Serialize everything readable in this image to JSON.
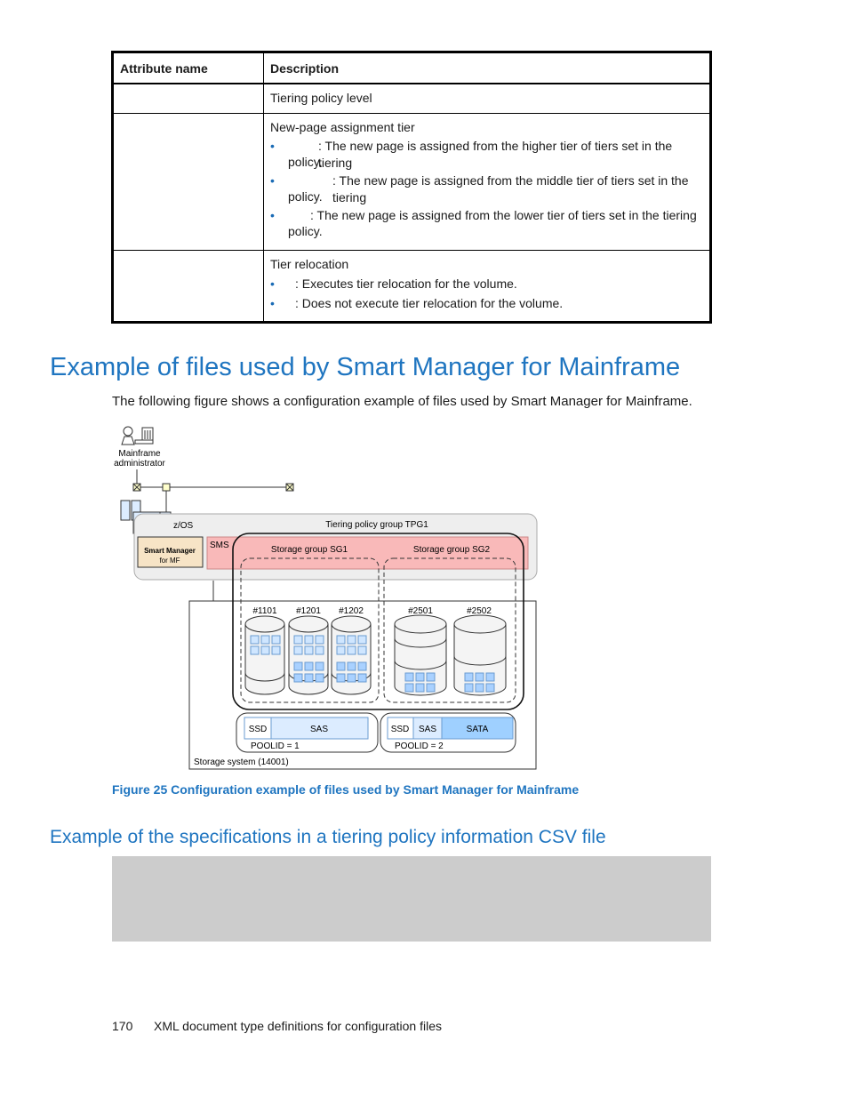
{
  "table": {
    "header_attr": "Attribute name",
    "header_desc": "Description",
    "row1": {
      "desc": "Tiering policy level"
    },
    "row2": {
      "desc": "New-page assignment tier",
      "bullets": [
        ": The new page is assigned from the higher tier of tiers set in the tiering",
        "policy.",
        ": The new page is assigned from the middle tier of tiers set in the tiering",
        "policy.",
        ": The new page is assigned from the lower tier of tiers set in the tiering",
        "policy."
      ]
    },
    "row3": {
      "desc": "Tier relocation",
      "bullets": [
        ": Executes tier relocation for the volume.",
        ": Does not execute tier relocation for the volume."
      ]
    },
    "bullet_char": "•"
  },
  "section1": {
    "title": "Example of files used by Smart Manager for Mainframe",
    "intro": "The following figure shows a configuration example of files used by Smart Manager for Mainframe."
  },
  "figure": {
    "admin_label_1": "Mainframe",
    "admin_label_2": "administrator",
    "zos": "z/OS",
    "tpg": "Tiering policy group TPG1",
    "sms": "SMS",
    "smart_mgr_1": "Smart Manager",
    "smart_mgr_2": "for MF",
    "sg1": "Storage group SG1",
    "sg2": "Storage group SG2",
    "volumes": [
      "#1101",
      "#1201",
      "#1202",
      "#2501",
      "#2502"
    ],
    "pool1": {
      "ssd": "SSD",
      "sas": "SAS",
      "id": "POOLID = 1"
    },
    "pool2": {
      "ssd": "SSD",
      "sas": "SAS",
      "sata": "SATA",
      "id": "POOLID = 2"
    },
    "storage_system": "Storage system (14001)",
    "caption": "Figure 25 Configuration example of files used by Smart Manager for Mainframe"
  },
  "section2": {
    "title": "Example of the specifications in a tiering policy information CSV file"
  },
  "footer": {
    "page": "170",
    "text": "XML document type definitions for configuration files"
  },
  "colors": {
    "heading": "#1f75c0",
    "sms_fill": "#f9b9b9",
    "ssd_fill": "#ffffff",
    "sas_fill": "#dcecff",
    "sata_fill": "#9fd0ff",
    "csv_box": "#cccccc"
  }
}
